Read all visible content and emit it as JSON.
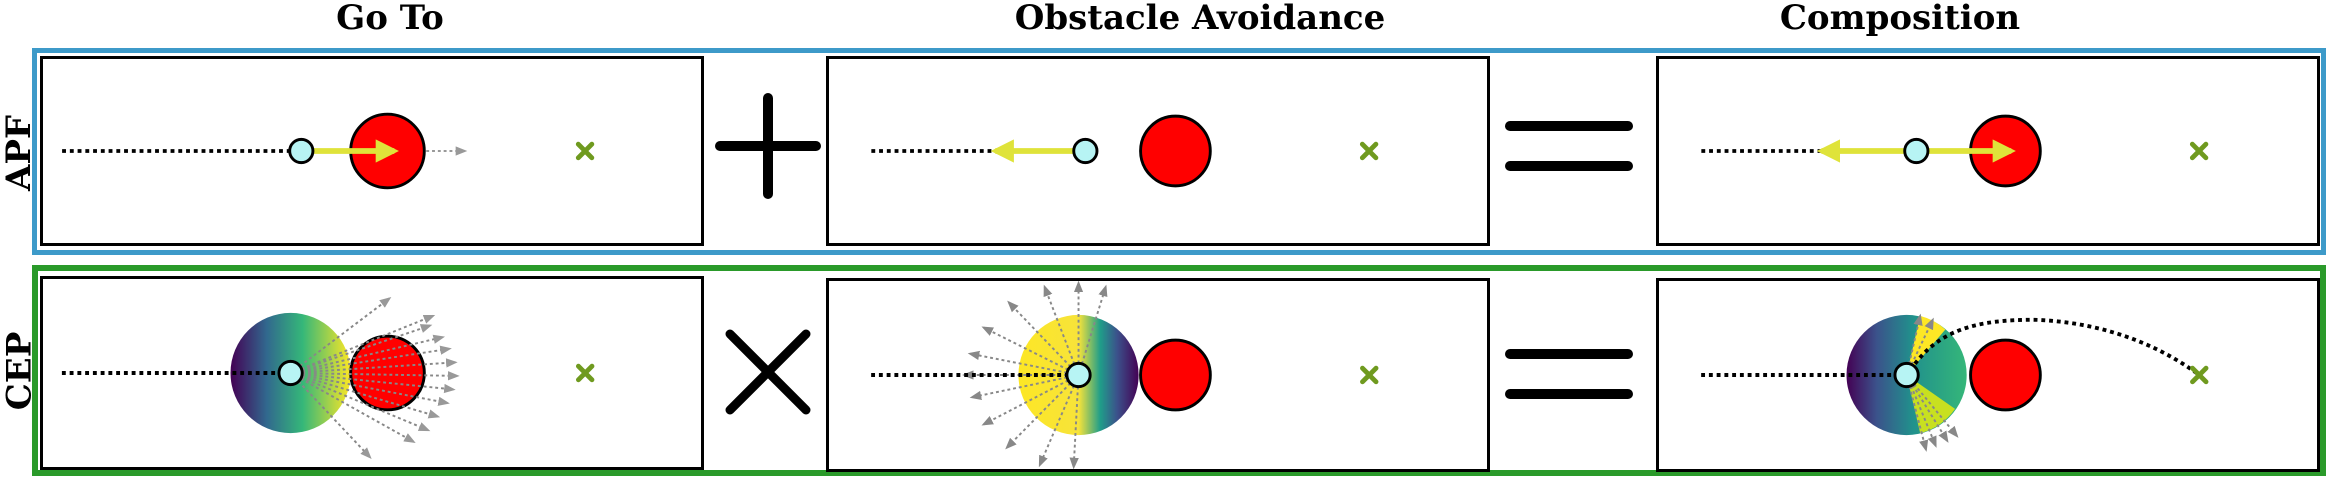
{
  "columns": {
    "goto": "Go To",
    "obstacle": "Obstacle Avoidance",
    "composition": "Composition"
  },
  "rows": {
    "apf": "APF",
    "cep": "CEP"
  },
  "colors": {
    "apf_frame": "#3d9ac9",
    "cep_frame": "#2a9a2a",
    "obstacle": "#ff0000",
    "agent": "#b7f4f4",
    "goal": "#6f9a1f",
    "arrow": "#dfe33a"
  },
  "operators": {
    "apf": [
      "plus",
      "equals"
    ],
    "cep": [
      "times",
      "equals"
    ]
  },
  "icons": [
    "agent-circle",
    "obstacle-circle",
    "goal-cross",
    "force-arrow",
    "sampled-directions",
    "probability-disk"
  ]
}
